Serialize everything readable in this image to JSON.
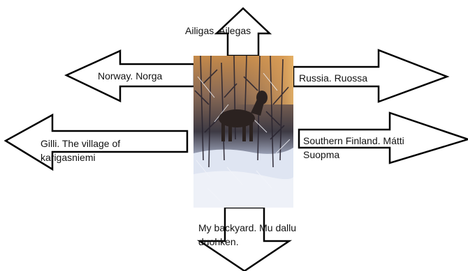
{
  "diagram": {
    "labels": {
      "north": "Ailigas. Ailegas",
      "northwest": "Norway. Norga",
      "west": "Gilli. The village of karigasniemi",
      "northeast": "Russia. Ruossa",
      "east": "Southern Finland. Mátti Suopma",
      "south": "My backyard. Mu dallu duohken."
    }
  }
}
